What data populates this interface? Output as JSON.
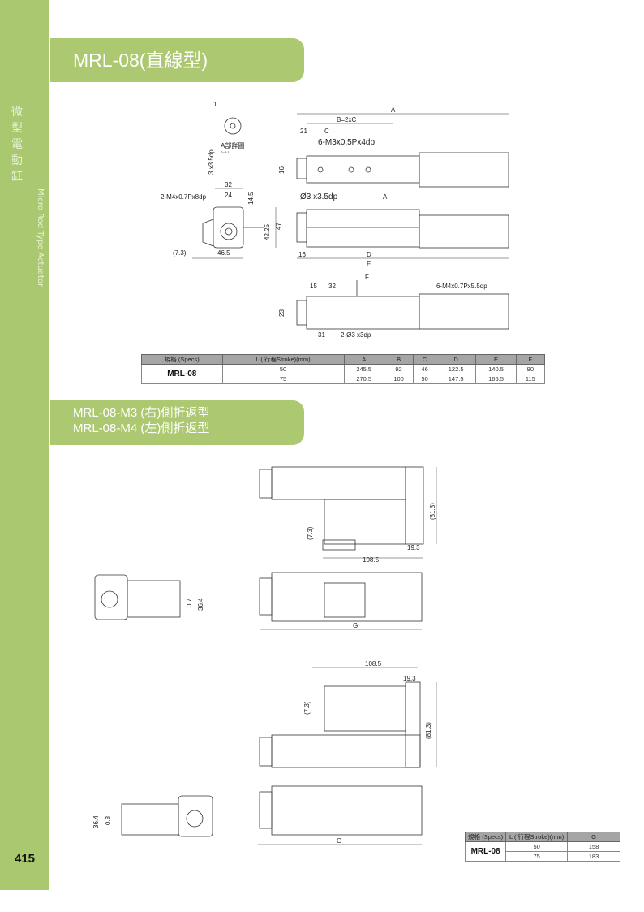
{
  "sidebar": {
    "category_cn": "微型電動缸",
    "category_en": "Micro Rod Type Actuator",
    "page_number": "415"
  },
  "section1": {
    "title": "MRL-08(直線型)"
  },
  "section2": {
    "title_line1": "MRL-08-M3 (右)側折返型",
    "title_line2": "MRL-08-M4 (左)側折返型"
  },
  "drawing1": {
    "detail_label": "A部詳圖",
    "detail_scale": "S=2:1",
    "dim_1": "1",
    "dim_hole": "3 x3.5dp",
    "dim_32": "32",
    "dim_24": "24",
    "dim_tap": "2-M4x0.7Px8dp",
    "dim_14_5": "14.5",
    "dim_42_25": "42.25",
    "dim_47": "47",
    "dim_7_3": "(7.3)",
    "dim_46_5": "46.5",
    "dim_A": "A",
    "dim_B": "B=2xC",
    "dim_21": "21",
    "dim_C": "C",
    "dim_m3": "6-M3x0.5Px4dp",
    "dim_16a": "16",
    "dim_pin": "Ø3 x3.5dp",
    "dim_A_mark": "A",
    "dim_16b": "16",
    "dim_D": "D",
    "dim_E": "E",
    "dim_F": "F",
    "dim_15": "15",
    "dim_32b": "32",
    "dim_m4": "6-M4x0.7Px5.5dp",
    "dim_23": "23",
    "dim_31": "31",
    "dim_pin2": "2-Ø3 x3dp"
  },
  "table1": {
    "headers": [
      "規格 (Specs)",
      "L ( 行程Stroke)(mm)",
      "A",
      "B",
      "C",
      "D",
      "E",
      "F"
    ],
    "model": "MRL-08",
    "rows": [
      [
        "50",
        "245.5",
        "92",
        "46",
        "122.5",
        "140.5",
        "90"
      ],
      [
        "75",
        "270.5",
        "100",
        "50",
        "147.5",
        "165.5",
        "115"
      ]
    ]
  },
  "drawing2": {
    "dim_81_3": "(81.3)",
    "dim_7_3": "(7.3)",
    "dim_19_3": "19.3",
    "dim_108_5": "108.5",
    "dim_G": "G",
    "dim_0_7": "0.7",
    "dim_36_4": "36.4"
  },
  "drawing3": {
    "dim_108_5": "108.5",
    "dim_19_3": "19.3",
    "dim_7_3": "(7.3)",
    "dim_81_3": "(81.3)",
    "dim_G": "G",
    "dim_36_4": "36.4",
    "dim_0_8": "0.8"
  },
  "table2": {
    "headers": [
      "規格 (Specs)",
      "L ( 行程Stroke)(mm)",
      "G"
    ],
    "model": "MRL-08",
    "rows": [
      [
        "50",
        "158"
      ],
      [
        "75",
        "183"
      ]
    ]
  }
}
